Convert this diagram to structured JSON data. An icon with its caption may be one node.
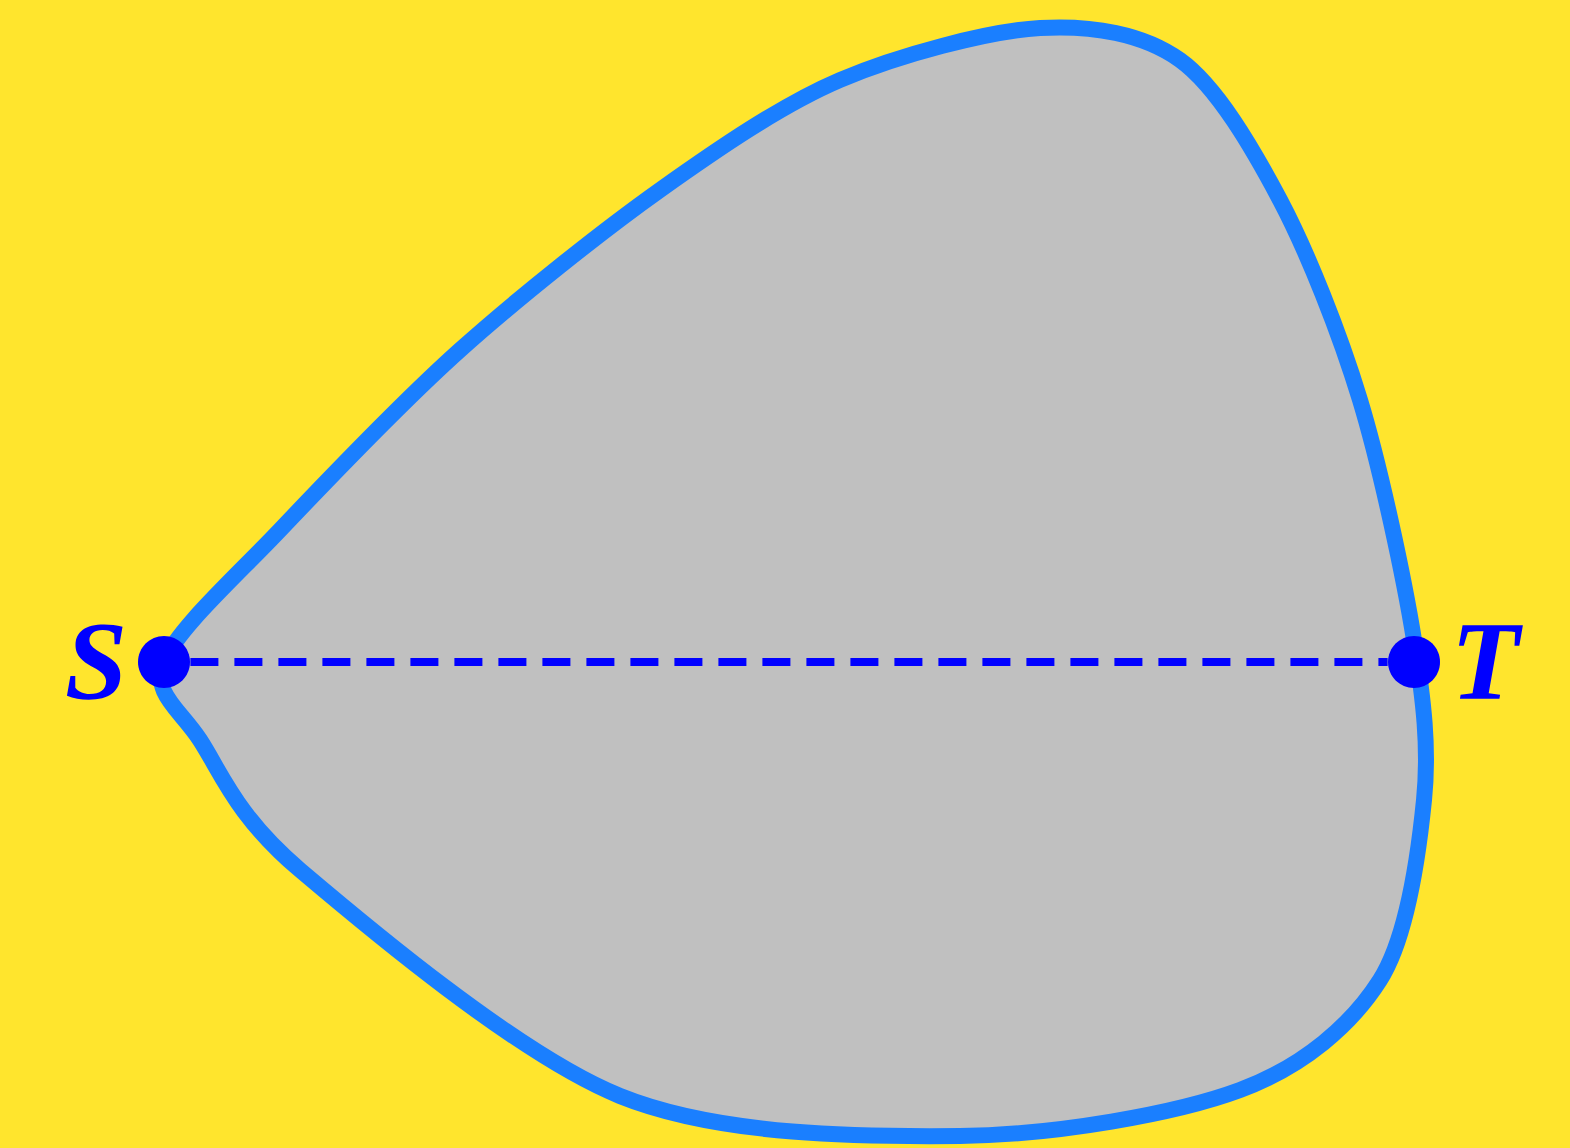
{
  "diagram": {
    "nodes": [
      {
        "text": [],
        "shape": "circle",
        "beside": [
          "S"
        ]
      },
      {
        "text": [],
        "shape": "circle",
        "beside": [
          "T"
        ]
      }
    ],
    "edges": [
      {
        "from": 0,
        "to": 1,
        "arrow": "none",
        "style": "dashed"
      }
    ]
  }
}
